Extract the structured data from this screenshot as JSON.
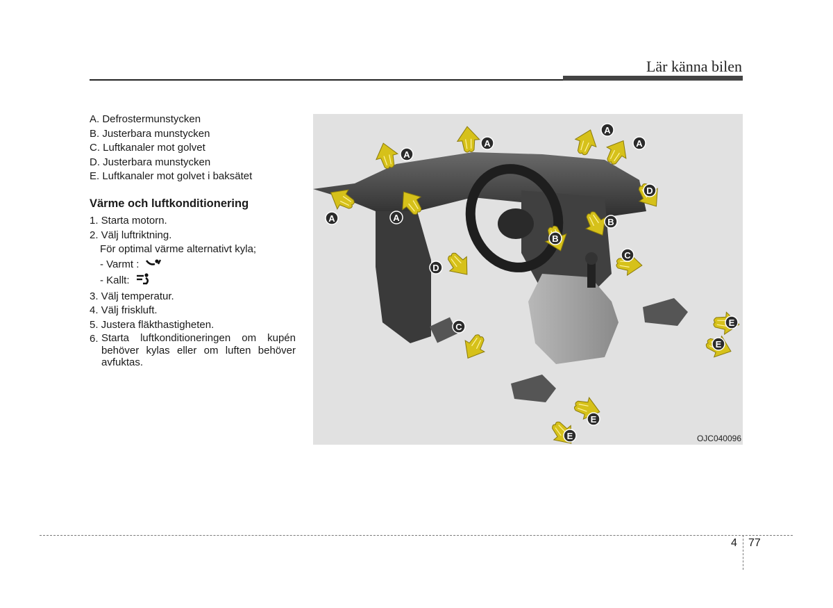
{
  "header": {
    "title": "Lär känna bilen"
  },
  "legend": {
    "items": [
      "A. Defrostermunstycken",
      "B. Justerbara munstycken",
      "C. Luftkanaler mot golvet",
      "D. Justerbara munstycken",
      "E. Luftkanaler mot golvet i baksätet"
    ]
  },
  "section": {
    "heading": "Värme och luftkonditionering",
    "steps": {
      "s1": "1. Starta motorn.",
      "s2": "2. Välj luftriktning.",
      "s2_note": "För optimal värme alternativt kyla;",
      "warm": "- Varmt :",
      "cold": "- Kallt:",
      "s3": "3. Välj temperatur.",
      "s4": "4. Välj friskluft.",
      "s5": "5. Justera fläkthastigheten.",
      "s6_num": "6.",
      "s6_text": "Starta luftkonditioneringen om kupén behöver kylas eller om luften behöver avfuktas."
    }
  },
  "figure": {
    "code": "OJC040096",
    "labels": {
      "a": "A",
      "b": "B",
      "c": "C",
      "d": "D",
      "e": "E"
    },
    "colors": {
      "background": "#e1e1e1",
      "arrow": "#d6c11a",
      "dashboard": "#4a4a4a"
    }
  },
  "footer": {
    "chapter": "4",
    "page": "77"
  }
}
